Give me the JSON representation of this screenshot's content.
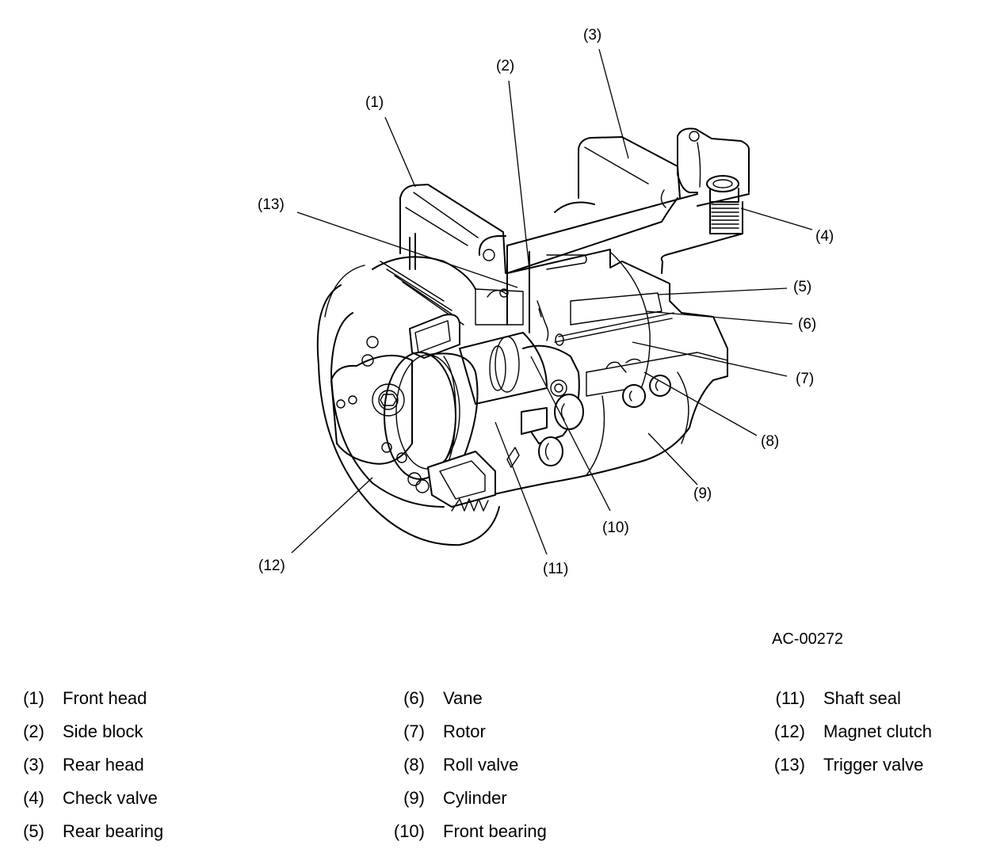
{
  "figure": {
    "id": "AC-00272",
    "subject": "A/C compressor cutaway"
  },
  "callouts": [
    {
      "num": "(1)",
      "part": "Front head"
    },
    {
      "num": "(2)",
      "part": "Side block"
    },
    {
      "num": "(3)",
      "part": "Rear head"
    },
    {
      "num": "(4)",
      "part": "Check valve"
    },
    {
      "num": "(5)",
      "part": "Rear bearing"
    },
    {
      "num": "(6)",
      "part": "Vane"
    },
    {
      "num": "(7)",
      "part": "Rotor"
    },
    {
      "num": "(8)",
      "part": "Roll valve"
    },
    {
      "num": "(9)",
      "part": "Cylinder"
    },
    {
      "num": "(10)",
      "part": "Front bearing"
    },
    {
      "num": "(11)",
      "part": "Shaft seal"
    },
    {
      "num": "(12)",
      "part": "Magnet clutch"
    },
    {
      "num": "(13)",
      "part": "Trigger valve"
    }
  ],
  "legend": {
    "columns": [
      [
        {
          "num": "(1)",
          "label": "Front head"
        },
        {
          "num": "(2)",
          "label": "Side block"
        },
        {
          "num": "(3)",
          "label": "Rear head"
        },
        {
          "num": "(4)",
          "label": "Check valve"
        },
        {
          "num": "(5)",
          "label": "Rear bearing"
        }
      ],
      [
        {
          "num": "(6)",
          "label": "Vane"
        },
        {
          "num": "(7)",
          "label": "Rotor"
        },
        {
          "num": "(8)",
          "label": "Roll valve"
        },
        {
          "num": "(9)",
          "label": "Cylinder"
        },
        {
          "num": "(10)",
          "label": "Front bearing"
        }
      ],
      [
        {
          "num": "(11)",
          "label": "Shaft seal"
        },
        {
          "num": "(12)",
          "label": "Magnet clutch"
        },
        {
          "num": "(13)",
          "label": "Trigger valve"
        }
      ]
    ]
  }
}
